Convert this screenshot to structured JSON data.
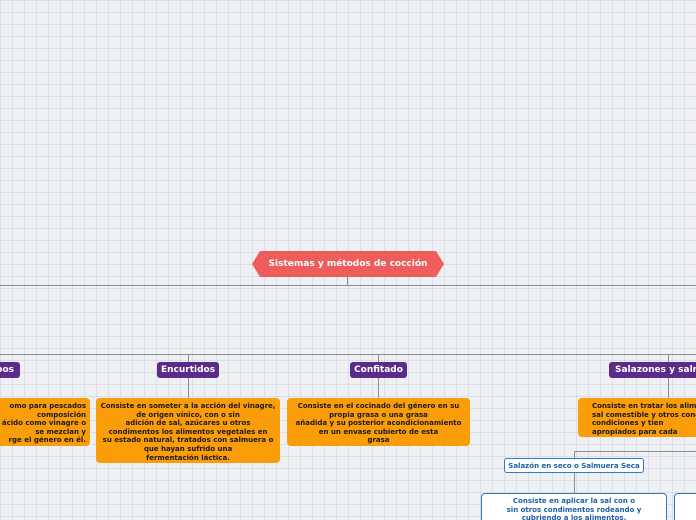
{
  "root": {
    "label": "Sistemas y métodos de cocción"
  },
  "categories": [
    {
      "label": "bos",
      "description": "omo para pescados\n composición\nácido como vinagre o\nse mezclan y\nrge el género en él."
    },
    {
      "label": "Encurtidos",
      "description": "Consiste en someter a la acción del vinagre,\nde origen vínico, con o sin\nadición de sal, azúcares u otros\ncondimentos los alimentos vegetales en\nsu estado natural, tratados con salmuera o\nque hayan sufrido una\nfermentación láctica."
    },
    {
      "label": "Confitado",
      "description": "Consiste en el cocinado del género en su\npropia grasa o una grasa\nañadida y su posterior acondicionamiento\nen un envase cubierto de esta\ngrasa"
    },
    {
      "label": "Salazones y saln",
      "description": "Consiste en tratar los alim\nsal comestible y otros cond\ncondiciones y tien\napropiados para cada"
    }
  ],
  "subtopic": {
    "label": "Salazón en seco o Salmuera Seca",
    "description": "Consiste en aplicar la sal con o\nsin otros condimentos rodeando y\ncubriendo a los alimentos."
  },
  "colors": {
    "root": "#ee5c5c",
    "category": "#5b2b8a",
    "description": "#fb9c09",
    "subtopic_border": "#2f78c4",
    "connector": "#8a8f96"
  }
}
